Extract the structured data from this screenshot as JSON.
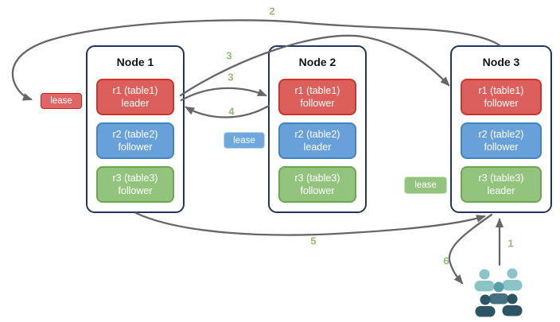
{
  "diagram": {
    "title": "",
    "nodes": [
      {
        "title": "Node 1",
        "replicas": [
          {
            "name": "r1 (table1)",
            "role": "leader"
          },
          {
            "name": "r2 (table2)",
            "role": "follower"
          },
          {
            "name": "r3 (table3)",
            "role": "follower"
          }
        ]
      },
      {
        "title": "Node 2",
        "replicas": [
          {
            "name": "r1 (table1)",
            "role": "follower"
          },
          {
            "name": "r2 (table2)",
            "role": "leader"
          },
          {
            "name": "r3 (table3)",
            "role": "follower"
          }
        ]
      },
      {
        "title": "Node 3",
        "replicas": [
          {
            "name": "r1 (table1)",
            "role": "follower"
          },
          {
            "name": "r2 (table2)",
            "role": "follower"
          },
          {
            "name": "r3 (table3)",
            "role": "leader"
          }
        ]
      }
    ],
    "leases": [
      {
        "label": "lease",
        "color": "#e06666"
      },
      {
        "label": "lease",
        "color": "#6fa8dc"
      },
      {
        "label": "lease",
        "color": "#93c47d"
      }
    ],
    "arrow_labels": [
      {
        "n": "2"
      },
      {
        "n": "3"
      },
      {
        "n": "3"
      },
      {
        "n": "4"
      },
      {
        "n": "5"
      },
      {
        "n": "1"
      },
      {
        "n": "6"
      }
    ],
    "icons": {
      "clients": "users-group-icon"
    },
    "colors": {
      "replica_red": "#dd5f5c",
      "replica_red_border": "#cb352b",
      "replica_blue": "#68a1d9",
      "replica_blue_border": "#3d85c6",
      "replica_green": "#93c47d",
      "replica_green_border": "#6aa84f",
      "node_border": "#22355f",
      "arrow": "#666666",
      "arrow_label": "#8fbf72",
      "clients_light": "#8ac4c6",
      "clients_mid": "#4f8e99",
      "clients_dark": "#2b5564"
    }
  }
}
